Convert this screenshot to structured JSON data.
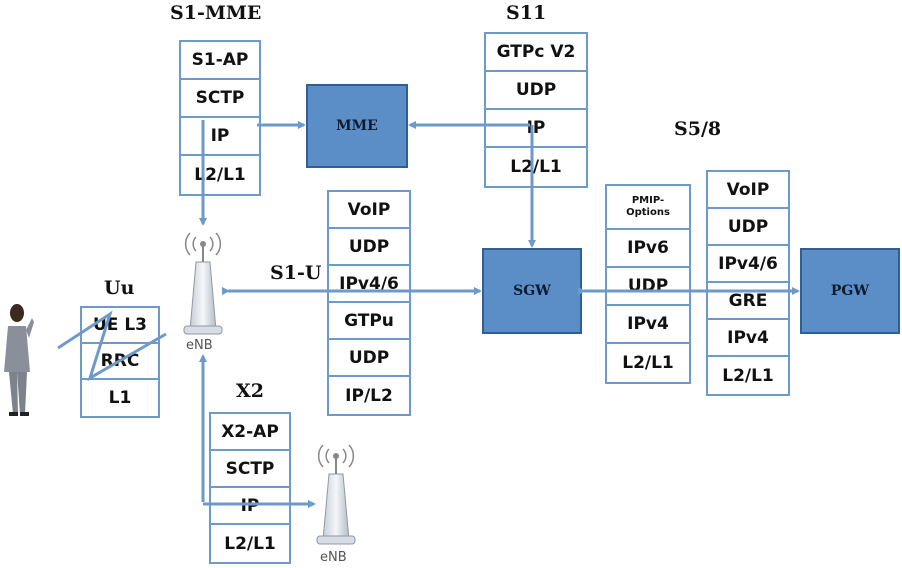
{
  "interfaces": {
    "s1_mme": "S1-MME",
    "s11": "S11",
    "s5_8": "S5/8",
    "s1_u": "S1-U",
    "uu": "Uu",
    "x2": "X2"
  },
  "nodes": {
    "mme": "MME",
    "sgw": "SGW",
    "pgw": "PGW",
    "enb": "eNB",
    "enb2": "eNB"
  },
  "stacks": {
    "s1_mme": [
      "S1-AP",
      "SCTP",
      "IP",
      "L2/L1"
    ],
    "s11": [
      "GTPc V2",
      "UDP",
      "IP",
      "L2/L1"
    ],
    "s1_u": [
      "VoIP",
      "UDP",
      "IPv4/6",
      "GTPu",
      "UDP",
      "IP/L2"
    ],
    "uu": [
      "UE L3",
      "RRC",
      "L1"
    ],
    "x2": [
      "X2-AP",
      "SCTP",
      "IP",
      "L2/L1"
    ],
    "s5_pmip": [
      "PMIP-\nOptions",
      "IPv6",
      "UDP",
      "IPv4",
      "L2/L1"
    ],
    "s5_gre": [
      "VoIP",
      "UDP",
      "IPv4/6",
      "GRE",
      "IPv4",
      "L2/L1"
    ]
  },
  "colors": {
    "node_fill": "#5b8ec7",
    "stack_border": "#6e9acb",
    "arrow": "#6e9acb"
  }
}
